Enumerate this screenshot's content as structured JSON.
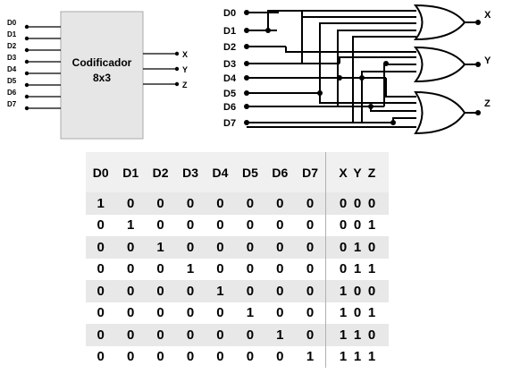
{
  "encoder": {
    "title_line1": "Codificador",
    "title_line2": "8x3",
    "inputs": [
      "D0",
      "D1",
      "D2",
      "D3",
      "D4",
      "D5",
      "D6",
      "D7"
    ],
    "outputs": [
      "X",
      "Y",
      "Z"
    ]
  },
  "gates": {
    "inputs": [
      "D0",
      "D1",
      "D2",
      "D3",
      "D4",
      "D5",
      "D6",
      "D7"
    ],
    "outputs": [
      "X",
      "Y",
      "Z"
    ]
  },
  "truth_table": {
    "input_headers": [
      "D0",
      "D1",
      "D2",
      "D3",
      "D4",
      "D5",
      "D6",
      "D7"
    ],
    "output_headers": [
      "X",
      "Y",
      "Z"
    ],
    "rows": [
      {
        "inputs": [
          "1",
          "0",
          "0",
          "0",
          "0",
          "0",
          "0",
          "0"
        ],
        "outputs": [
          "0",
          "0",
          "0"
        ]
      },
      {
        "inputs": [
          "0",
          "1",
          "0",
          "0",
          "0",
          "0",
          "0",
          "0"
        ],
        "outputs": [
          "0",
          "0",
          "1"
        ]
      },
      {
        "inputs": [
          "0",
          "0",
          "1",
          "0",
          "0",
          "0",
          "0",
          "0"
        ],
        "outputs": [
          "0",
          "1",
          "0"
        ]
      },
      {
        "inputs": [
          "0",
          "0",
          "0",
          "1",
          "0",
          "0",
          "0",
          "0"
        ],
        "outputs": [
          "0",
          "1",
          "1"
        ]
      },
      {
        "inputs": [
          "0",
          "0",
          "0",
          "0",
          "1",
          "0",
          "0",
          "0"
        ],
        "outputs": [
          "1",
          "0",
          "0"
        ]
      },
      {
        "inputs": [
          "0",
          "0",
          "0",
          "0",
          "0",
          "1",
          "0",
          "0"
        ],
        "outputs": [
          "1",
          "0",
          "1"
        ]
      },
      {
        "inputs": [
          "0",
          "0",
          "0",
          "0",
          "0",
          "0",
          "1",
          "0"
        ],
        "outputs": [
          "1",
          "1",
          "0"
        ]
      },
      {
        "inputs": [
          "0",
          "0",
          "0",
          "0",
          "0",
          "0",
          "0",
          "1"
        ],
        "outputs": [
          "1",
          "1",
          "1"
        ]
      }
    ]
  }
}
